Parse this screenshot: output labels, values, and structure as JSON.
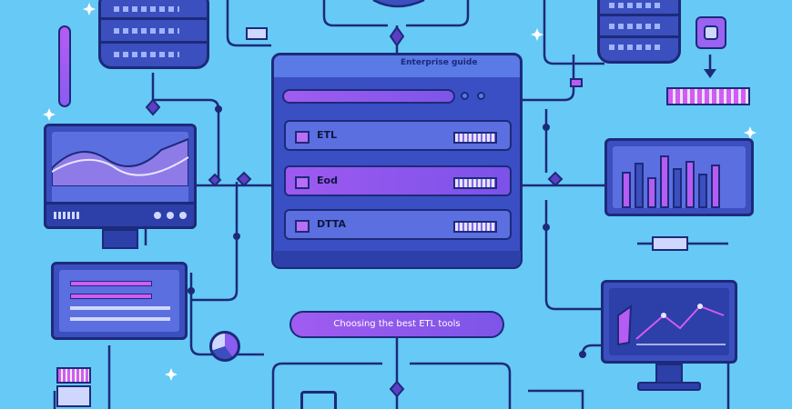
{
  "panel": {
    "title": "Enterprise guide",
    "rows": [
      {
        "label": "ETL",
        "selected": false
      },
      {
        "label": "Eod",
        "selected": true
      },
      {
        "label": "DTTA",
        "selected": false
      }
    ]
  },
  "caption": "Choosing the best ETL tools",
  "colors": {
    "background": "#67c9f5",
    "panel": "#3a4fc4",
    "outline": "#1c2a7a",
    "accent_purple": "#9a5cf0"
  },
  "icons": [
    "database-server-icon",
    "line-chart-monitor-icon",
    "bar-chart-monitor-icon",
    "list-monitor-icon",
    "pie-chart-icon",
    "shield-badge-icon",
    "arrow-down-icon"
  ]
}
